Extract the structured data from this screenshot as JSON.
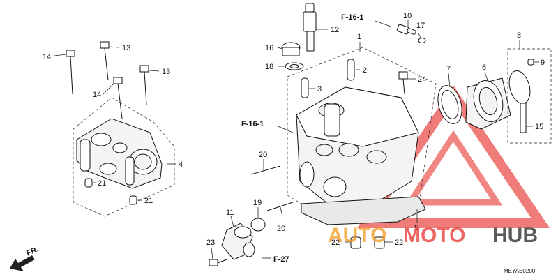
{
  "callouts": {
    "c1": "1",
    "c2": "2",
    "c3": "3",
    "c4": "4",
    "c5": "5",
    "c6": "6",
    "c7": "7",
    "c8": "8",
    "c9": "9",
    "c10": "10",
    "c11": "11",
    "c12": "12",
    "c13a": "13",
    "c13b": "13",
    "c14a": "14",
    "c14b": "14",
    "c15": "15",
    "c16": "16",
    "c17": "17",
    "c18": "18",
    "c19": "19",
    "c20a": "20",
    "c20b": "20",
    "c21a": "21",
    "c21b": "21",
    "c22a": "22",
    "c22b": "22",
    "c23": "23",
    "c24": "24"
  },
  "references": {
    "top": "F-16-1",
    "left": "F-16-1",
    "bottom": "F-27"
  },
  "front_label": "FR.",
  "diagram_code": "MEYAE0200",
  "watermark": {
    "text_auto": "AUTO",
    "text_moto": "MOTO",
    "text_hub": "HUB",
    "color_red": "#e8332e",
    "color_orange": "#f39a1e",
    "color_dark": "#333333"
  }
}
